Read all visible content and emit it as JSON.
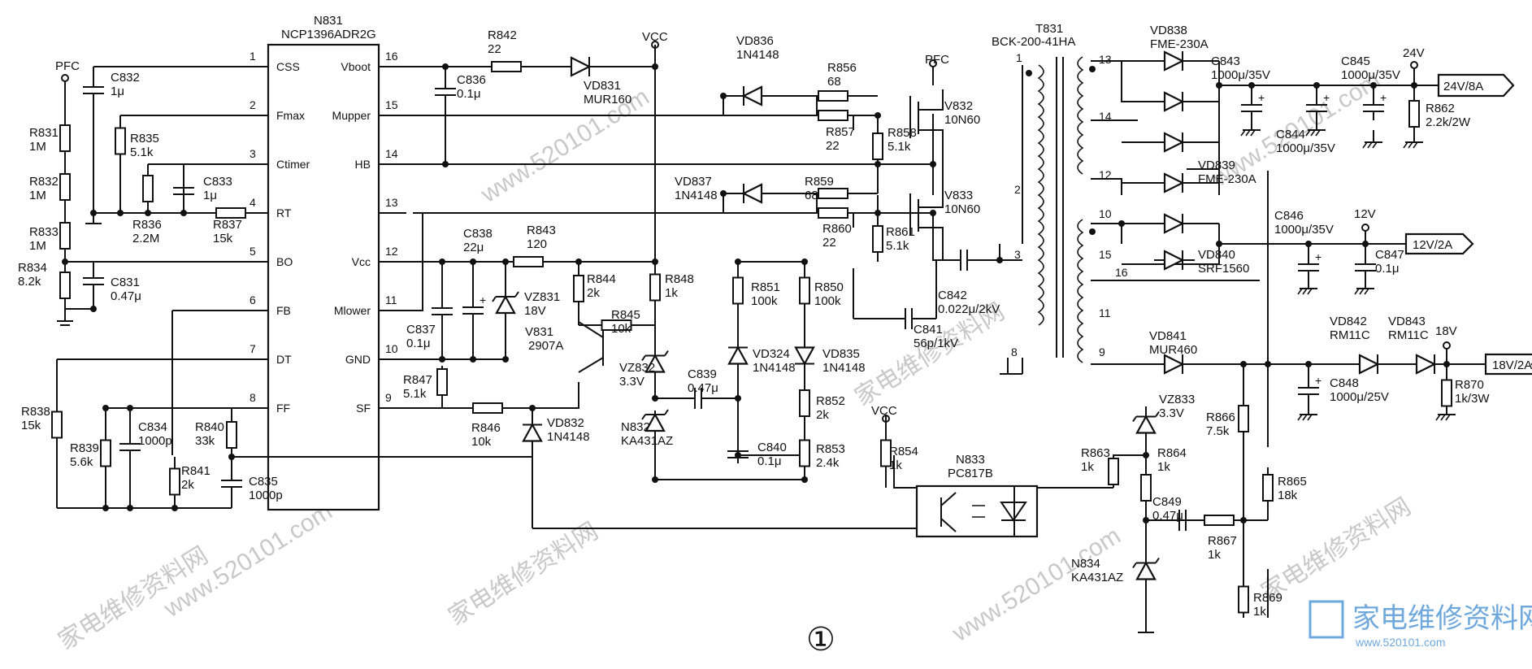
{
  "watermark": {
    "text_cn": "家电维修资料网",
    "text_url": "www.520101.com",
    "logo_cn": "家电维修资料网",
    "logo_url": "www.520101.com",
    "color": "#c8c8c8",
    "logo_color": "#6fa8dc"
  },
  "figure_number": "①",
  "ic": {
    "ref": "N831",
    "part": "NCP1396ADR2G",
    "pins_left": [
      {
        "num": "1",
        "name": "CSS"
      },
      {
        "num": "2",
        "name": "Fmax"
      },
      {
        "num": "3",
        "name": "Ctimer"
      },
      {
        "num": "4",
        "name": "RT"
      },
      {
        "num": "5",
        "name": "BO"
      },
      {
        "num": "6",
        "name": "FB"
      },
      {
        "num": "7",
        "name": "DT"
      },
      {
        "num": "8",
        "name": "FF"
      }
    ],
    "pins_right": [
      {
        "num": "16",
        "name": "Vboot"
      },
      {
        "num": "15",
        "name": "Mupper"
      },
      {
        "num": "14",
        "name": "HB"
      },
      {
        "num": "13",
        "name": ""
      },
      {
        "num": "12",
        "name": "Vcc"
      },
      {
        "num": "11",
        "name": "Mlower"
      },
      {
        "num": "10",
        "name": "GND"
      },
      {
        "num": "9",
        "name": "SF"
      }
    ]
  },
  "nets": {
    "pfc_a": "PFC",
    "pfc_b": "PFC",
    "vcc_a": "VCC",
    "vcc_b": "VCC"
  },
  "components": {
    "R831": [
      "R831",
      "1M"
    ],
    "R832": [
      "R832",
      "1M"
    ],
    "R833": [
      "R833",
      "1M"
    ],
    "R834": [
      "R834",
      "8.2k"
    ],
    "C832": [
      "C832",
      "1μ"
    ],
    "R835": [
      "R835",
      "5.1k"
    ],
    "R836": [
      "R836",
      "2.2M"
    ],
    "C833": [
      "C833",
      "1μ"
    ],
    "R837": [
      "R837",
      "15k"
    ],
    "C831": [
      "C831",
      "0.47μ"
    ],
    "R838": [
      "R838",
      "15k"
    ],
    "R839": [
      "R839",
      "5.6k"
    ],
    "C834": [
      "C834",
      "1000p"
    ],
    "R840": [
      "R840",
      "33k"
    ],
    "R841": [
      "R841",
      "2k"
    ],
    "C835": [
      "C835",
      "1000p"
    ],
    "R842": [
      "R842",
      "22"
    ],
    "VD831": [
      "VD831",
      "MUR160"
    ],
    "C836": [
      "C836",
      "0.1μ"
    ],
    "C838": [
      "C838",
      "22μ"
    ],
    "R843": [
      "R843",
      "120"
    ],
    "C837": [
      "C837",
      "0.1μ"
    ],
    "VZ831": [
      "VZ831",
      "18V"
    ],
    "R847": [
      "R847",
      "5.1k"
    ],
    "R846": [
      "R846",
      "10k"
    ],
    "VD832": [
      "VD832",
      "1N4148"
    ],
    "R844": [
      "R844",
      "2k"
    ],
    "V831": [
      "V831",
      "2907A"
    ],
    "R845": [
      "R845",
      "10k"
    ],
    "R848": [
      "R848",
      "1k"
    ],
    "VZ832": [
      "VZ832",
      "3.3V"
    ],
    "N832": [
      "N832",
      "KA431AZ"
    ],
    "C839": [
      "C839",
      "0.47μ"
    ],
    "C840": [
      "C840",
      "0.1μ"
    ],
    "VD836": [
      "VD836",
      "1N4148"
    ],
    "VD837": [
      "VD837",
      "1N4148"
    ],
    "R856": [
      "R856",
      "68"
    ],
    "R857": [
      "R857",
      "22"
    ],
    "R858": [
      "R858",
      "5.1k"
    ],
    "V832": [
      "V832",
      "10N60"
    ],
    "R859": [
      "R859",
      "68"
    ],
    "R860": [
      "R860",
      "22"
    ],
    "R861": [
      "R861",
      "5.1k"
    ],
    "V833": [
      "V833",
      "10N60"
    ],
    "R851": [
      "R851",
      "100k"
    ],
    "R850": [
      "R850",
      "100k"
    ],
    "VD324": [
      "VD324",
      "1N4148"
    ],
    "VD835": [
      "VD835",
      "1N4148"
    ],
    "R852": [
      "R852",
      "2k"
    ],
    "R853": [
      "R853",
      "2.4k"
    ],
    "C842": [
      "C842",
      "0.022μ/2kV"
    ],
    "C841": [
      "C841",
      "56p/1kV"
    ],
    "R854": [
      "R854",
      "1k"
    ],
    "N833": [
      "N833",
      "PC817B"
    ],
    "R863": [
      "R863",
      "1k"
    ],
    "R864": [
      "R864",
      "1k"
    ],
    "VZ833": [
      "VZ833",
      "3.3V"
    ],
    "C849": [
      "C849",
      "0.47μ"
    ],
    "R867": [
      "R867",
      "1k"
    ],
    "N834": [
      "N834",
      "KA431AZ"
    ],
    "R866": [
      "R866",
      "7.5k"
    ],
    "R865": [
      "R865",
      "18k"
    ],
    "R869": [
      "R869",
      "1k"
    ],
    "T831": [
      "T831",
      "BCK-200-41HA"
    ],
    "VD838": [
      "VD838",
      "FME-230A"
    ],
    "VD839": [
      "VD839",
      "FME-230A"
    ],
    "C843": [
      "C843",
      "1000μ/35V"
    ],
    "C844": [
      "C844",
      "1000μ/35V"
    ],
    "C845": [
      "C845",
      "1000μ/35V"
    ],
    "R862": [
      "R862",
      "2.2k/2W"
    ],
    "VD840": [
      "VD840",
      "SRF1560"
    ],
    "C846": [
      "C846",
      "1000μ/35V"
    ],
    "C847": [
      "C847",
      "0.1μ"
    ],
    "VD841": [
      "VD841",
      "MUR460"
    ],
    "VD842": [
      "VD842",
      "RM11C"
    ],
    "VD843": [
      "VD843",
      "RM11C"
    ],
    "C848": [
      "C848",
      "1000μ/25V"
    ],
    "R870": [
      "R870",
      "1k/3W"
    ]
  },
  "transformer_pins": [
    "1",
    "2",
    "3",
    "8",
    "13",
    "14",
    "12",
    "10",
    "15",
    "16",
    "11",
    "9"
  ],
  "outputs": {
    "v24": {
      "node": "24V",
      "tag": "24V/8A"
    },
    "v12": {
      "node": "12V",
      "tag": "12V/2A"
    },
    "v18": {
      "node": "18V",
      "tag": "18V/2A"
    }
  }
}
